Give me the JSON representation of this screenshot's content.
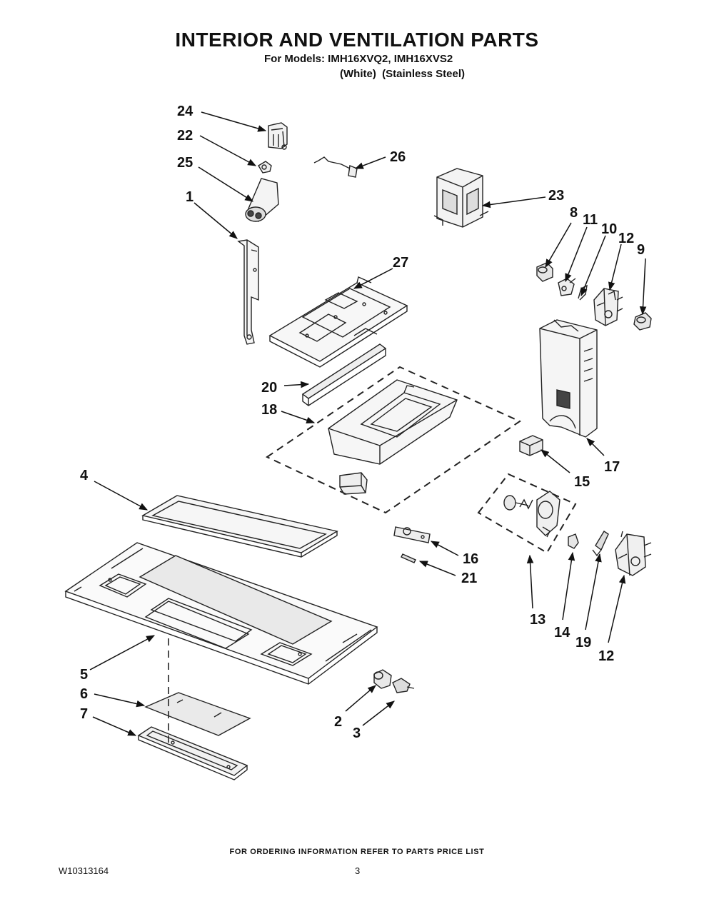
{
  "header": {
    "title": "INTERIOR AND VENTILATION PARTS",
    "models": "For Models: IMH16XVQ2, IMH16XVS2",
    "finishes": "(White)  (Stainless Steel)"
  },
  "callouts": [
    "24",
    "22",
    "25",
    "26",
    "1",
    "23",
    "8",
    "11",
    "10",
    "12",
    "9",
    "27",
    "20",
    "18",
    "17",
    "15",
    "4",
    "16",
    "21",
    "13",
    "14",
    "19",
    "12",
    "5",
    "6",
    "7",
    "2",
    "3"
  ],
  "footer": {
    "ordering_note": "FOR ORDERING INFORMATION REFER TO PARTS PRICE LIST",
    "document_number": "W10313164",
    "page_number": "3"
  }
}
